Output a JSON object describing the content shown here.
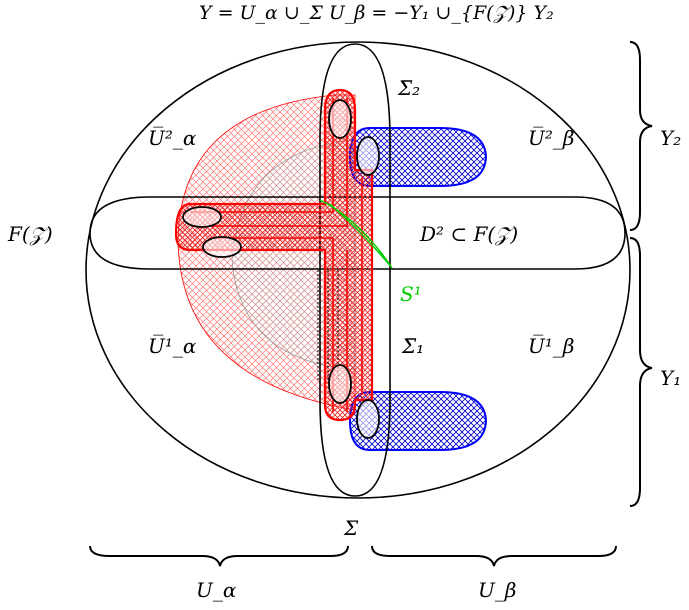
{
  "title": "Y = U_α ∪_Σ U_β = −Y₁ ∪_{F(𝒵)} Y₂",
  "labels": {
    "u_alpha_2": "U̅²_α",
    "u_beta_2": "U̅²_β",
    "sigma_2": "Σ̅₂",
    "u_alpha_1": "U̅¹_α",
    "u_beta_1": "U̅¹_β",
    "sigma_1": "Σ̅₁",
    "f_z": "F(𝒵)",
    "disk": "D² ⊂ F(𝒵)",
    "s1": "S¹",
    "sigma": "Σ",
    "y2": "Y₂",
    "y1": "Y₁",
    "u_alpha": "U_α",
    "u_beta": "U_β"
  },
  "colors": {
    "red": "#ff0000",
    "blue": "#0000ff",
    "green": "#00cc00",
    "black": "#000000"
  }
}
